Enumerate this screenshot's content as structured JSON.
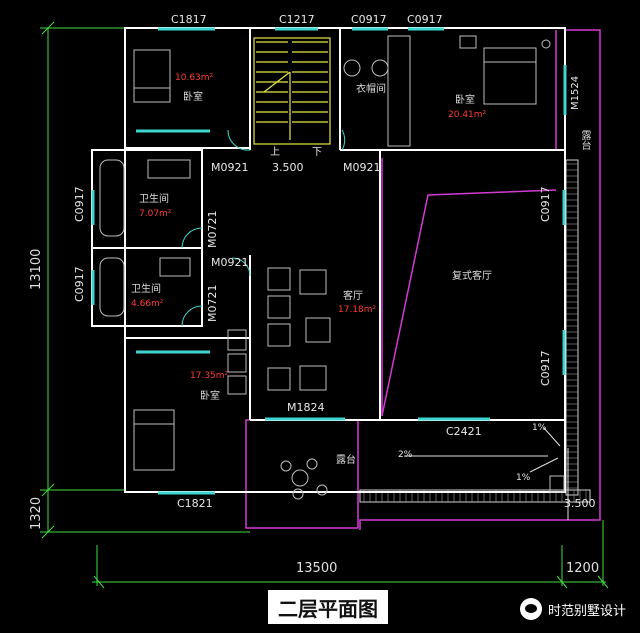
{
  "plan_title": "二层平面图",
  "brand": "时范别墅设计",
  "dimensions": {
    "overall_height": "13100",
    "balcony_depth": "1320",
    "overall_width": "13500",
    "right_extension": "1200"
  },
  "openings": {
    "c1817": "C1817",
    "c1217": "C1217",
    "c0917_top_a": "C0917",
    "c0917_top_b": "C0917",
    "m1524": "M1524",
    "m0921_a": "M0921",
    "m0921_b": "M0921",
    "m0921_c": "M0921",
    "c0917_left_a": "C0917",
    "c0917_left_b": "C0917",
    "m0721_a": "M0721",
    "m0721_b": "M0721",
    "c0917_right_a": "C0917",
    "c0917_right_b": "C0917",
    "m1824": "M1824",
    "c2421": "C2421",
    "c1821": "C1821"
  },
  "levels": {
    "stair_level": "3.500",
    "balcony_level": "3.500"
  },
  "stair": {
    "up": "上",
    "down": "下"
  },
  "rooms": {
    "bedroom_nw": {
      "name": "卧室",
      "area": "10.63m²"
    },
    "closet": {
      "name": "衣帽间"
    },
    "bedroom_ne": {
      "name": "卧室",
      "area": "20.41m²"
    },
    "bath_1": {
      "name": "卫生间",
      "area": "7.07m²"
    },
    "bath_2": {
      "name": "卫生间",
      "area": "4.66m²"
    },
    "living": {
      "name": "客厅",
      "area": "17.18m²"
    },
    "duplex_living": {
      "name": "复式客厅"
    },
    "bedroom_sw": {
      "name": "卧室",
      "area": "17.35m²"
    },
    "terrace_east": {
      "name": "露台"
    },
    "terrace_south": {
      "name": "露台"
    }
  },
  "slopes": {
    "s1": "2%",
    "s2": "1%",
    "s3": "1%"
  },
  "colors": {
    "wall": "#ffffff",
    "window": "#3fd6d0",
    "terrace_outline": "#d23bd2",
    "stair": "#e6e645",
    "area_text": "#ff3a3a",
    "dimension": "#3fdc3f"
  }
}
